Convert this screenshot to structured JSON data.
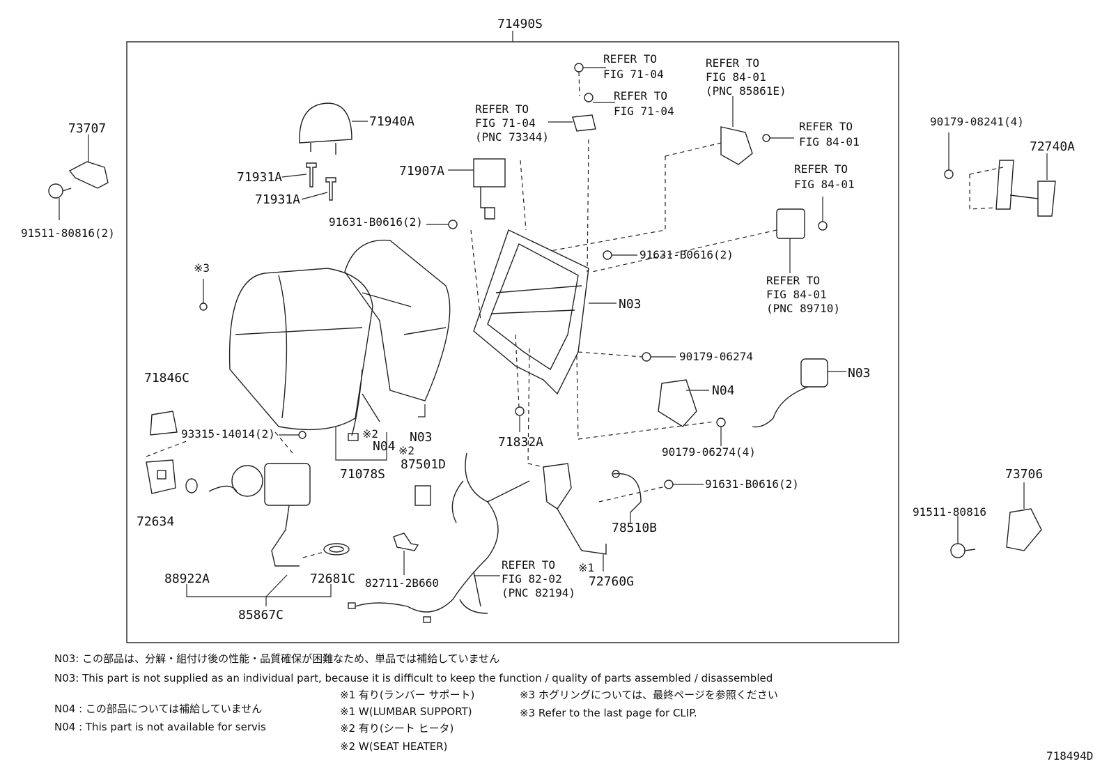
{
  "labels": {
    "assembly": "71490S",
    "p73707": "73707",
    "p91511a": "91511-80816(2)",
    "p71940a": "71940A",
    "p71931a_1": "71931A",
    "p71931a_2": "71931A",
    "p71907a": "71907A",
    "p91631_1": "91631-B0616(2)",
    "ref_a_1": "REFER TO",
    "ref_a_2": "FIG 71-04",
    "ref_b_1": "REFER TO",
    "ref_b_2": "FIG 71-04",
    "ref_c_1": "REFER TO",
    "ref_c_2": "FIG 71-04",
    "ref_c_3": "(PNC 73344)",
    "ref_d_1": "REFER TO",
    "ref_d_2": "FIG 84-01",
    "ref_d_3": "(PNC 85861E)",
    "ref_e_1": "REFER TO",
    "ref_e_2": "FIG 84-01",
    "ref_f_1": "REFER TO",
    "ref_f_2": "FIG 84-01",
    "ref_g_1": "REFER TO",
    "ref_g_2": "FIG 84-01",
    "ref_g_3": "(PNC 89710)",
    "p90179_08241": "90179-08241(4)",
    "p72740a": "72740A",
    "p91631_2": "91631-B0616(2)",
    "n03_frame": "N03",
    "p90179_06274": "90179-06274",
    "n03_pad": "N03",
    "n04_module": "N04",
    "p90179_06274_4": "90179-06274(4)",
    "mark3": "※3",
    "p71846c": "71846C",
    "p93315": "93315-14014(2)",
    "mark2_a": "※2",
    "n04_a": "N04",
    "mark2_b": "※2",
    "n03_back": "N03",
    "p71832a": "71832A",
    "p71078s": "71078S",
    "p87501d": "87501D",
    "p72634": "72634",
    "p91631_3": "91631-B0616(2)",
    "p78510b": "78510B",
    "p73706": "73706",
    "p91511b": "91511-80816",
    "p88922a": "88922A",
    "p72681c": "72681C",
    "p82711": "82711-2B660",
    "ref_h_1": "REFER TO",
    "ref_h_2": "FIG 82-02",
    "ref_h_3": "(PNC 82194)",
    "mark1": "※1",
    "p72760g": "72760G",
    "p85867c": "85867C",
    "diagram_id": "718494D"
  },
  "notes": {
    "n03_jp": "N03: この部品は、分解・組付け後の性能・品質確保が困難なため、単品では補給していません",
    "n03_en": "N03:  This part is not supplied as an individual part, because it is difficult to keep the function / quality of parts assembled / disassembled",
    "n04_jp": "N04 :  この部品については補給していません",
    "n04_en": "N04 :  This part is not available for servis",
    "m1_jp": "※1 有り(ランバー  サポート)",
    "m1_en": "※1  W(LUMBAR SUPPORT)",
    "m2_jp": "※2  有り(シート ヒータ)",
    "m2_en": "※2  W(SEAT HEATER)",
    "m3_jp": "※3  ホグリングについては、最終ページを参照ください",
    "m3_en": "※3  Refer to the last page for CLIP."
  }
}
